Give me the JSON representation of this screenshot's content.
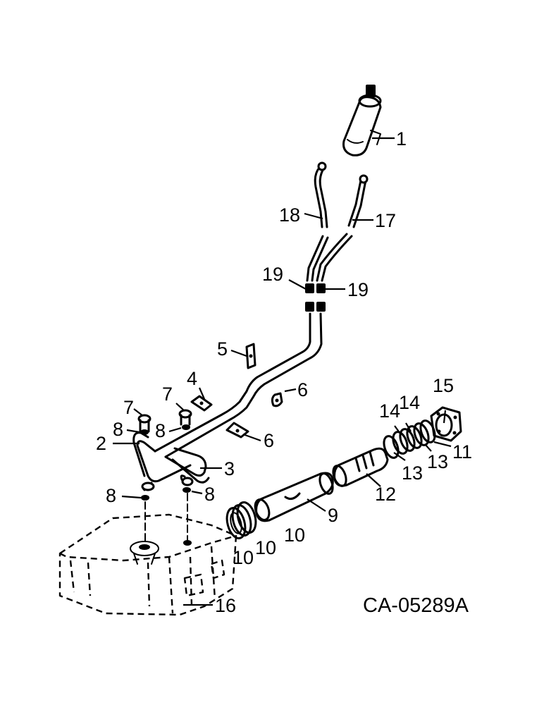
{
  "drawing_code": "CA-05289A",
  "callouts": {
    "c1": "1",
    "c2": "2",
    "c3": "3",
    "c4": "4",
    "c5": "5",
    "c6a": "6",
    "c6b": "6",
    "c7a": "7",
    "c7b": "7",
    "c8a": "8",
    "c8b": "8",
    "c8c": "8",
    "c8d": "8",
    "c9": "9",
    "c10a": "10",
    "c10b": "10",
    "c10c": "10",
    "c11": "11",
    "c12": "12",
    "c13a": "13",
    "c13b": "13",
    "c14a": "14",
    "c14b": "14",
    "c15": "15",
    "c16": "16",
    "c17": "17",
    "c18": "18",
    "c19a": "19",
    "c19b": "19"
  }
}
